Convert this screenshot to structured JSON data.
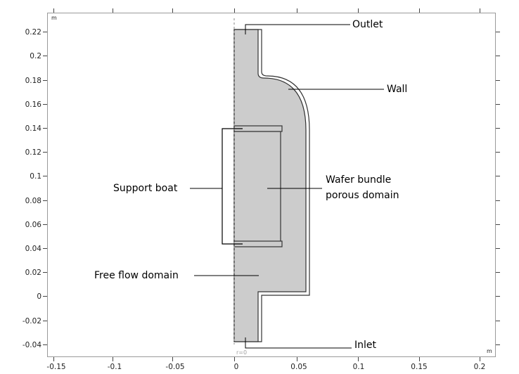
{
  "axes": {
    "x_unit": "m",
    "y_unit": "m",
    "x_ticks": [
      "-0.15",
      "-0.1",
      "-0.05",
      "0",
      "0.05",
      "0.1",
      "0.15",
      "0.2"
    ],
    "y_ticks": [
      "0.22",
      "0.2",
      "0.18",
      "0.16",
      "0.14",
      "0.12",
      "0.1",
      "0.08",
      "0.06",
      "0.04",
      "0.02",
      "0",
      "-0.02",
      "-0.04"
    ],
    "symmetry_axis_label": "r=0"
  },
  "labels": {
    "outlet": "Outlet",
    "wall": "Wall",
    "support_boat": "Support boat",
    "wafer_bundle_line1": "Wafer bundle",
    "wafer_bundle_line2": "porous domain",
    "free_flow": "Free flow domain",
    "inlet": "Inlet"
  },
  "colors": {
    "domain_fill": "#cccccc",
    "outline": "#333333",
    "frame": "#888888",
    "symmetry_axis": "#999999"
  }
}
